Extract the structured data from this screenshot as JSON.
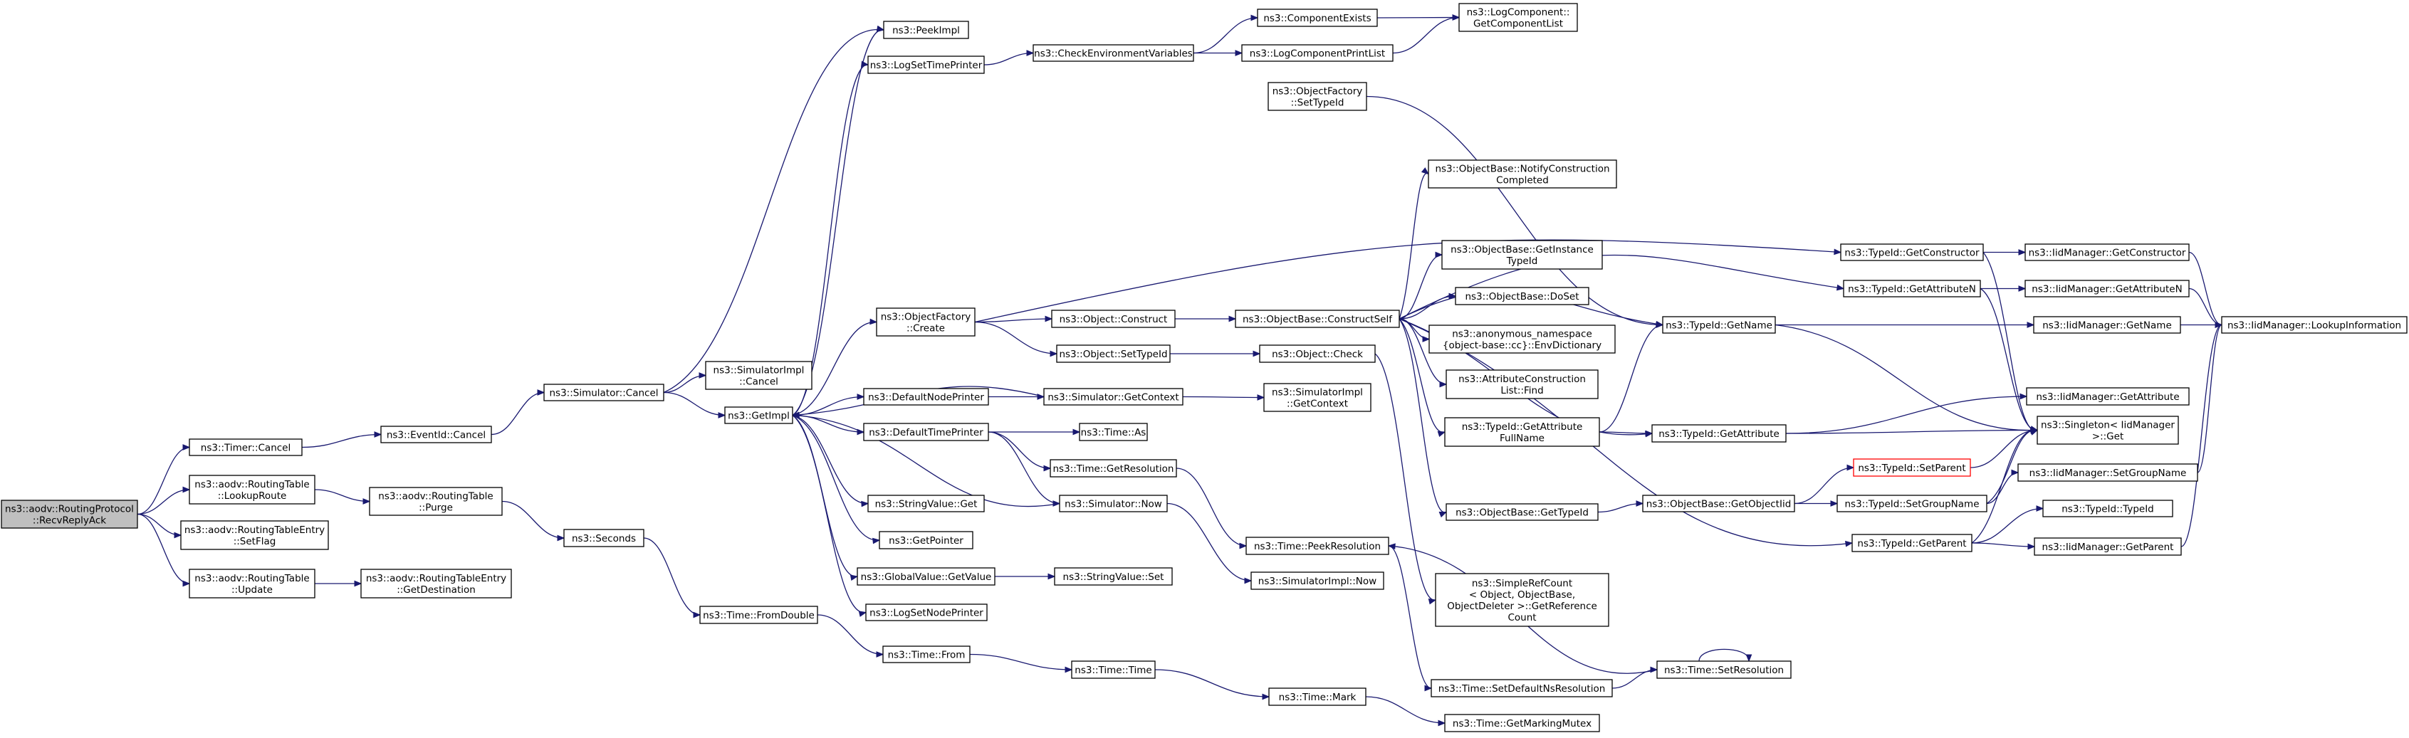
{
  "graph": {
    "type": "call-graph",
    "nodes": [
      {
        "id": "root",
        "lines": [
          "ns3::aodv::RoutingProtocol",
          "::RecvReplyAck"
        ],
        "highlight": "selected",
        "interactable": false
      },
      {
        "id": "timerCancel",
        "lines": [
          "ns3::Timer::Cancel"
        ]
      },
      {
        "id": "lookupRoute",
        "lines": [
          "ns3::aodv::RoutingTable",
          "::LookupRoute"
        ]
      },
      {
        "id": "setFlag",
        "lines": [
          "ns3::aodv::RoutingTableEntry",
          "::SetFlag"
        ]
      },
      {
        "id": "rtUpdate",
        "lines": [
          "ns3::aodv::RoutingTable",
          "::Update"
        ]
      },
      {
        "id": "eventIdCancel",
        "lines": [
          "ns3::EventId::Cancel"
        ]
      },
      {
        "id": "purge",
        "lines": [
          "ns3::aodv::RoutingTable",
          "::Purge"
        ]
      },
      {
        "id": "getDestination",
        "lines": [
          "ns3::aodv::RoutingTableEntry",
          "::GetDestination"
        ]
      },
      {
        "id": "simCancel",
        "lines": [
          "ns3::Simulator::Cancel"
        ]
      },
      {
        "id": "seconds",
        "lines": [
          "ns3::Seconds"
        ]
      },
      {
        "id": "simImplCancel",
        "lines": [
          "ns3::SimulatorImpl",
          "::Cancel"
        ]
      },
      {
        "id": "getImpl",
        "lines": [
          "ns3::GetImpl"
        ]
      },
      {
        "id": "fromDouble",
        "lines": [
          "ns3::Time::FromDouble"
        ]
      },
      {
        "id": "peekImpl",
        "lines": [
          "ns3::PeekImpl"
        ]
      },
      {
        "id": "logSetTimePrinter",
        "lines": [
          "ns3::LogSetTimePrinter"
        ]
      },
      {
        "id": "ofCreate",
        "lines": [
          "ns3::ObjectFactory",
          "::Create"
        ]
      },
      {
        "id": "defaultNodePrinter",
        "lines": [
          "ns3::DefaultNodePrinter"
        ]
      },
      {
        "id": "defaultTimePrinter",
        "lines": [
          "ns3::DefaultTimePrinter"
        ]
      },
      {
        "id": "stringValueGet",
        "lines": [
          "ns3::StringValue::Get"
        ]
      },
      {
        "id": "getPointer",
        "lines": [
          "ns3::GetPointer"
        ]
      },
      {
        "id": "globalValueGetValue",
        "lines": [
          "ns3::GlobalValue::GetValue"
        ]
      },
      {
        "id": "logSetNodePrinter",
        "lines": [
          "ns3::LogSetNodePrinter"
        ]
      },
      {
        "id": "timeFrom",
        "lines": [
          "ns3::Time::From"
        ]
      },
      {
        "id": "checkEnvVars",
        "lines": [
          "ns3::CheckEnvironmentVariables"
        ]
      },
      {
        "id": "objectConstruct",
        "lines": [
          "ns3::Object::Construct"
        ]
      },
      {
        "id": "objectSetTypeId",
        "lines": [
          "ns3::Object::SetTypeId"
        ]
      },
      {
        "id": "simGetContext",
        "lines": [
          "ns3::Simulator::GetContext"
        ]
      },
      {
        "id": "timeAs",
        "lines": [
          "ns3::Time::As"
        ]
      },
      {
        "id": "timeGetResolution",
        "lines": [
          "ns3::Time::GetResolution"
        ]
      },
      {
        "id": "simNow",
        "lines": [
          "ns3::Simulator::Now"
        ]
      },
      {
        "id": "stringValueSet",
        "lines": [
          "ns3::StringValue::Set"
        ]
      },
      {
        "id": "timeTime",
        "lines": [
          "ns3::Time::Time"
        ]
      },
      {
        "id": "componentExists",
        "lines": [
          "ns3::ComponentExists"
        ]
      },
      {
        "id": "logComponentPrintList",
        "lines": [
          "ns3::LogComponentPrintList"
        ]
      },
      {
        "id": "ofSetTypeId",
        "lines": [
          "ns3::ObjectFactory",
          "::SetTypeId"
        ]
      },
      {
        "id": "objBaseConstructSelf",
        "lines": [
          "ns3::ObjectBase::ConstructSelf"
        ]
      },
      {
        "id": "objectCheck",
        "lines": [
          "ns3::Object::Check"
        ]
      },
      {
        "id": "simImplGetContext",
        "lines": [
          "ns3::SimulatorImpl",
          "::GetContext"
        ]
      },
      {
        "id": "timePeekResolution",
        "lines": [
          "ns3::Time::PeekResolution"
        ]
      },
      {
        "id": "simImplNow",
        "lines": [
          "ns3::SimulatorImpl::Now"
        ]
      },
      {
        "id": "timeMark",
        "lines": [
          "ns3::Time::Mark"
        ]
      },
      {
        "id": "logCompGetList",
        "lines": [
          "ns3::LogComponent::",
          "GetComponentList"
        ]
      },
      {
        "id": "notifyConstruction",
        "lines": [
          "ns3::ObjectBase::NotifyConstruction",
          "Completed"
        ]
      },
      {
        "id": "getInstanceTypeId",
        "lines": [
          "ns3::ObjectBase::GetInstance",
          "TypeId"
        ]
      },
      {
        "id": "doSet",
        "lines": [
          "ns3::ObjectBase::DoSet"
        ]
      },
      {
        "id": "envDictionary",
        "lines": [
          "ns3::anonymous_namespace",
          "{object-base::cc}::EnvDictionary"
        ]
      },
      {
        "id": "acListFind",
        "lines": [
          "ns3::AttributeConstruction",
          "List::Find"
        ]
      },
      {
        "id": "getAttrFullName",
        "lines": [
          "ns3::TypeId::GetAttribute",
          "FullName"
        ]
      },
      {
        "id": "objBaseGetTypeId",
        "lines": [
          "ns3::ObjectBase::GetTypeId"
        ]
      },
      {
        "id": "getReferenceCount",
        "lines": [
          "ns3::SimpleRefCount",
          "< Object, ObjectBase,",
          "ObjectDeleter >::GetReference",
          "Count"
        ]
      },
      {
        "id": "setDefaultNsRes",
        "lines": [
          "ns3::Time::SetDefaultNsResolution"
        ]
      },
      {
        "id": "getMarkingMutex",
        "lines": [
          "ns3::Time::GetMarkingMutex"
        ]
      },
      {
        "id": "typeIdGetName",
        "lines": [
          "ns3::TypeId::GetName"
        ]
      },
      {
        "id": "typeIdGetAttribute",
        "lines": [
          "ns3::TypeId::GetAttribute"
        ]
      },
      {
        "id": "getObjectIid",
        "lines": [
          "ns3::ObjectBase::GetObjectIid"
        ]
      },
      {
        "id": "timeSetResolution",
        "lines": [
          "ns3::Time::SetResolution"
        ]
      },
      {
        "id": "typeIdGetConstructor",
        "lines": [
          "ns3::TypeId::GetConstructor"
        ]
      },
      {
        "id": "typeIdGetAttributeN",
        "lines": [
          "ns3::TypeId::GetAttributeN"
        ]
      },
      {
        "id": "typeIdSetParent",
        "lines": [
          "ns3::TypeId::SetParent"
        ],
        "highlight": "red"
      },
      {
        "id": "typeIdSetGroupName",
        "lines": [
          "ns3::TypeId::SetGroupName"
        ]
      },
      {
        "id": "typeIdGetParent",
        "lines": [
          "ns3::TypeId::GetParent"
        ]
      },
      {
        "id": "iidGetConstructor",
        "lines": [
          "ns3::IidManager::GetConstructor"
        ]
      },
      {
        "id": "iidGetAttributeN",
        "lines": [
          "ns3::IidManager::GetAttributeN"
        ]
      },
      {
        "id": "iidGetName",
        "lines": [
          "ns3::IidManager::GetName"
        ]
      },
      {
        "id": "iidGetAttribute",
        "lines": [
          "ns3::IidManager::GetAttribute"
        ]
      },
      {
        "id": "singletonGet",
        "lines": [
          "ns3::Singleton< IidManager",
          ">::Get"
        ]
      },
      {
        "id": "iidSetGroupName",
        "lines": [
          "ns3::IidManager::SetGroupName"
        ]
      },
      {
        "id": "typeIdTypeId",
        "lines": [
          "ns3::TypeId::TypeId"
        ]
      },
      {
        "id": "iidGetParent",
        "lines": [
          "ns3::IidManager::GetParent"
        ]
      },
      {
        "id": "iidLookupInformation",
        "lines": [
          "ns3::IidManager::LookupInformation"
        ]
      }
    ],
    "edges": [
      [
        "root",
        "timerCancel"
      ],
      [
        "root",
        "lookupRoute"
      ],
      [
        "root",
        "setFlag"
      ],
      [
        "root",
        "rtUpdate"
      ],
      [
        "timerCancel",
        "eventIdCancel"
      ],
      [
        "lookupRoute",
        "purge"
      ],
      [
        "rtUpdate",
        "getDestination"
      ],
      [
        "eventIdCancel",
        "simCancel"
      ],
      [
        "purge",
        "seconds"
      ],
      [
        "seconds",
        "fromDouble"
      ],
      [
        "simCancel",
        "peekImpl"
      ],
      [
        "simCancel",
        "simImplCancel"
      ],
      [
        "simCancel",
        "getImpl"
      ],
      [
        "fromDouble",
        "timeFrom"
      ],
      [
        "timeFrom",
        "timeTime"
      ],
      [
        "timeTime",
        "timeMark"
      ],
      [
        "timeMark",
        "getMarkingMutex"
      ],
      [
        "getImpl",
        "peekImpl"
      ],
      [
        "getImpl",
        "logSetTimePrinter"
      ],
      [
        "getImpl",
        "ofCreate"
      ],
      [
        "getImpl",
        "defaultNodePrinter"
      ],
      [
        "getImpl",
        "defaultTimePrinter"
      ],
      [
        "getImpl",
        "stringValueGet"
      ],
      [
        "getImpl",
        "getPointer"
      ],
      [
        "getImpl",
        "globalValueGetValue"
      ],
      [
        "getImpl",
        "logSetNodePrinter"
      ],
      [
        "logSetTimePrinter",
        "checkEnvVars"
      ],
      [
        "checkEnvVars",
        "componentExists"
      ],
      [
        "checkEnvVars",
        "logComponentPrintList"
      ],
      [
        "componentExists",
        "logCompGetList"
      ],
      [
        "logComponentPrintList",
        "logCompGetList"
      ],
      [
        "ofCreate",
        "objectConstruct"
      ],
      [
        "ofCreate",
        "objectSetTypeId"
      ],
      [
        "ofCreate",
        "typeIdGetConstructor"
      ],
      [
        "objectConstruct",
        "objBaseConstructSelf"
      ],
      [
        "objectSetTypeId",
        "objectCheck"
      ],
      [
        "defaultNodePrinter",
        "simGetContext"
      ],
      [
        "simGetContext",
        "simImplGetContext"
      ],
      [
        "simGetContext",
        "getImpl"
      ],
      [
        "defaultTimePrinter",
        "timeAs"
      ],
      [
        "defaultTimePrinter",
        "timeGetResolution"
      ],
      [
        "defaultTimePrinter",
        "simNow"
      ],
      [
        "timeGetResolution",
        "timePeekResolution"
      ],
      [
        "simNow",
        "simImplNow"
      ],
      [
        "simNow",
        "getImpl"
      ],
      [
        "globalValueGetValue",
        "stringValueSet"
      ],
      [
        "ofSetTypeId",
        "typeIdGetName"
      ],
      [
        "objBaseConstructSelf",
        "notifyConstruction"
      ],
      [
        "objBaseConstructSelf",
        "getInstanceTypeId"
      ],
      [
        "objBaseConstructSelf",
        "doSet"
      ],
      [
        "objBaseConstructSelf",
        "envDictionary"
      ],
      [
        "objBaseConstructSelf",
        "acListFind"
      ],
      [
        "objBaseConstructSelf",
        "getAttrFullName"
      ],
      [
        "objBaseConstructSelf",
        "objBaseGetTypeId"
      ],
      [
        "objBaseConstructSelf",
        "typeIdGetName"
      ],
      [
        "objBaseConstructSelf",
        "typeIdGetAttributeN"
      ],
      [
        "objBaseConstructSelf",
        "typeIdGetAttribute"
      ],
      [
        "objBaseConstructSelf",
        "typeIdGetParent"
      ],
      [
        "objectCheck",
        "getReferenceCount"
      ],
      [
        "getAttrFullName",
        "typeIdGetName"
      ],
      [
        "getAttrFullName",
        "typeIdGetAttribute"
      ],
      [
        "objBaseGetTypeId",
        "getObjectIid"
      ],
      [
        "getObjectIid",
        "typeIdSetParent"
      ],
      [
        "getObjectIid",
        "typeIdSetGroupName"
      ],
      [
        "timePeekResolution",
        "setDefaultNsRes"
      ],
      [
        "setDefaultNsRes",
        "timeSetResolution"
      ],
      [
        "timeSetResolution",
        "timeSetResolution"
      ],
      [
        "timeSetResolution",
        "timePeekResolution"
      ],
      [
        "typeIdGetName",
        "iidGetName"
      ],
      [
        "typeIdGetName",
        "singletonGet"
      ],
      [
        "typeIdGetAttribute",
        "iidGetAttribute"
      ],
      [
        "typeIdGetAttribute",
        "singletonGet"
      ],
      [
        "typeIdGetConstructor",
        "iidGetConstructor"
      ],
      [
        "typeIdGetConstructor",
        "singletonGet"
      ],
      [
        "typeIdGetAttributeN",
        "iidGetAttributeN"
      ],
      [
        "typeIdGetAttributeN",
        "singletonGet"
      ],
      [
        "typeIdSetParent",
        "singletonGet"
      ],
      [
        "typeIdSetGroupName",
        "iidSetGroupName"
      ],
      [
        "typeIdSetGroupName",
        "singletonGet"
      ],
      [
        "typeIdGetParent",
        "typeIdTypeId"
      ],
      [
        "typeIdGetParent",
        "iidGetParent"
      ],
      [
        "typeIdGetParent",
        "singletonGet"
      ],
      [
        "iidGetConstructor",
        "iidLookupInformation"
      ],
      [
        "iidGetAttributeN",
        "iidLookupInformation"
      ],
      [
        "iidGetName",
        "iidLookupInformation"
      ],
      [
        "iidSetGroupName",
        "iidLookupInformation"
      ],
      [
        "iidGetParent",
        "iidLookupInformation"
      ]
    ]
  }
}
